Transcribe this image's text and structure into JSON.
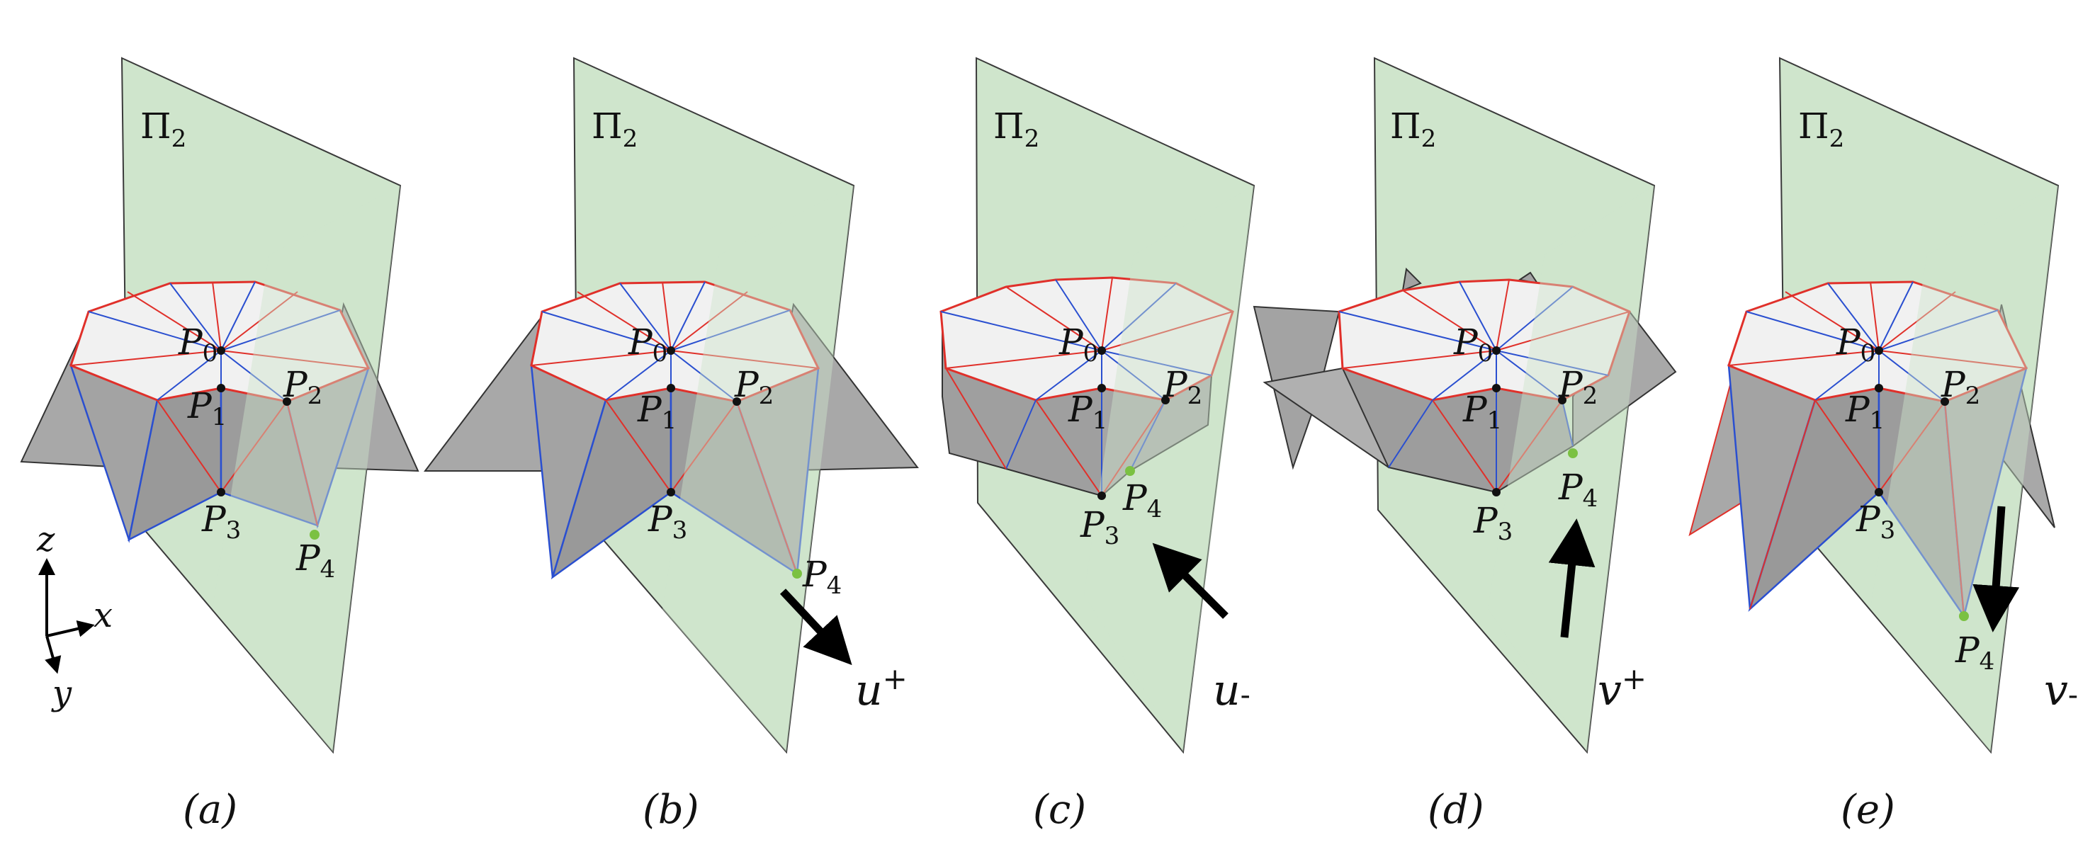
{
  "figure": {
    "plane_label": {
      "letter": "Π",
      "sub": "2"
    },
    "point_letter": "P",
    "point_subs": [
      "0",
      "1",
      "2",
      "3",
      "4"
    ],
    "axis": {
      "z": "z",
      "x": "x",
      "y": "y"
    },
    "panels": [
      {
        "id": "a",
        "caption": "(a)",
        "direction": "",
        "direction_sign": "",
        "pattern": "wide"
      },
      {
        "id": "b",
        "caption": "(b)",
        "direction": "u",
        "direction_sign": "+",
        "pattern": "wide"
      },
      {
        "id": "c",
        "caption": "(c)",
        "direction": "u",
        "direction_sign": "-",
        "pattern": "compact"
      },
      {
        "id": "d",
        "caption": "(d)",
        "direction": "v",
        "direction_sign": "+",
        "pattern": "flat"
      },
      {
        "id": "e",
        "caption": "(e)",
        "direction": "v",
        "direction_sign": "-",
        "pattern": "tall"
      }
    ]
  },
  "colors": {
    "plane_fill": "#cfe5cc",
    "plane_stroke": "#3a3a3a",
    "light_face": "#f1f1f1",
    "dark_face": "#a3a3a3",
    "mountain_crease": "#e0302a",
    "valley_crease": "#2a4fd0",
    "highlight_point": "#7bc142",
    "point": "#111111",
    "arrow": "#000000"
  }
}
